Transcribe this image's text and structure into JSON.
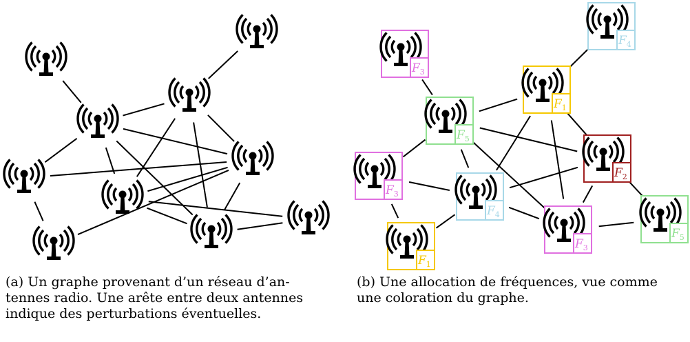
{
  "panel_a": {
    "caption": "(a) Un graphe provenant d'un réseau d'antennes radio. Une arête entre deux antennes indique des perturbations éventuelles.",
    "caption_lines": [
      "(a) Un graphe provenant d’un réseau d’an-",
      "tennes radio. Une arête entre deux antennes",
      "indique des perturbations éventuelles."
    ],
    "nodes": [
      {
        "id": "a1"
      },
      {
        "id": "a2"
      },
      {
        "id": "a3"
      },
      {
        "id": "a4"
      },
      {
        "id": "a5"
      },
      {
        "id": "a6"
      },
      {
        "id": "a7"
      },
      {
        "id": "a8"
      },
      {
        "id": "a9"
      },
      {
        "id": "a10"
      }
    ],
    "edges": [
      [
        "a1",
        "a3"
      ],
      [
        "a2",
        "a4"
      ],
      [
        "a3",
        "a4"
      ],
      [
        "a3",
        "a6"
      ],
      [
        "a3",
        "a5"
      ],
      [
        "a3",
        "a7"
      ],
      [
        "a3",
        "a8"
      ],
      [
        "a4",
        "a6"
      ],
      [
        "a4",
        "a8"
      ],
      [
        "a4",
        "a7"
      ],
      [
        "a5",
        "a6"
      ],
      [
        "a5",
        "a9"
      ],
      [
        "a6",
        "a7"
      ],
      [
        "a6",
        "a8"
      ],
      [
        "a7",
        "a10"
      ],
      [
        "a7",
        "a8"
      ],
      [
        "a6",
        "a9"
      ],
      [
        "a8",
        "a10"
      ]
    ]
  },
  "panel_b": {
    "caption": "(b) Une allocation de fréquences, vue comme une coloration du graphe.",
    "caption_lines": [
      "(b) Une allocation de fréquences, vue comme",
      "une coloration du graphe."
    ],
    "nodes": [
      {
        "id": "b1",
        "freq": "F3",
        "sub": "3",
        "color": "#e070e0"
      },
      {
        "id": "b2",
        "freq": "F4",
        "sub": "4",
        "color": "#a8d8e8"
      },
      {
        "id": "b3",
        "freq": "F5",
        "sub": "5",
        "color": "#90e090"
      },
      {
        "id": "b4",
        "freq": "F1",
        "sub": "1",
        "color": "#f5c800"
      },
      {
        "id": "b5",
        "freq": "F2",
        "sub": "2",
        "color": "#a02020"
      },
      {
        "id": "b6",
        "freq": "F3",
        "sub": "3",
        "color": "#e070e0"
      },
      {
        "id": "b7",
        "freq": "F4",
        "sub": "4",
        "color": "#a8d8e8"
      },
      {
        "id": "b8",
        "freq": "F3",
        "sub": "3",
        "color": "#e070e0"
      },
      {
        "id": "b9",
        "freq": "F5",
        "sub": "5",
        "color": "#90e090"
      },
      {
        "id": "b10",
        "freq": "F1",
        "sub": "1",
        "color": "#f5c800"
      }
    ],
    "edges": [
      [
        "b1",
        "b3"
      ],
      [
        "b2",
        "b4"
      ],
      [
        "b3",
        "b4"
      ],
      [
        "b3",
        "b6"
      ],
      [
        "b3",
        "b5"
      ],
      [
        "b3",
        "b7"
      ],
      [
        "b3",
        "b8"
      ],
      [
        "b4",
        "b5"
      ],
      [
        "b4",
        "b7"
      ],
      [
        "b4",
        "b8"
      ],
      [
        "b5",
        "b9"
      ],
      [
        "b6",
        "b7"
      ],
      [
        "b6",
        "b10"
      ],
      [
        "b7",
        "b5"
      ],
      [
        "b7",
        "b8"
      ],
      [
        "b7",
        "b10"
      ],
      [
        "b8",
        "b9"
      ],
      [
        "b8",
        "b5"
      ]
    ]
  },
  "colors": {
    "ink": "#000000",
    "F1": "#f5c800",
    "F2": "#a02020",
    "F3": "#e070e0",
    "F4": "#a8d8e8",
    "F5": "#90e090"
  },
  "icons": {
    "antenna": "radio-antenna-icon"
  }
}
